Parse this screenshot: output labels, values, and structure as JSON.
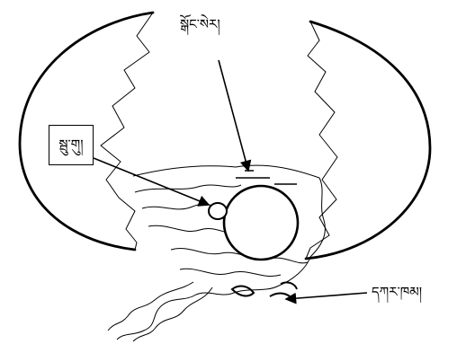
{
  "labels": {
    "top": "སྒོང་སེར།",
    "left": "སྦུ་གུ།",
    "right": "དཀར་ཁམ།"
  }
}
